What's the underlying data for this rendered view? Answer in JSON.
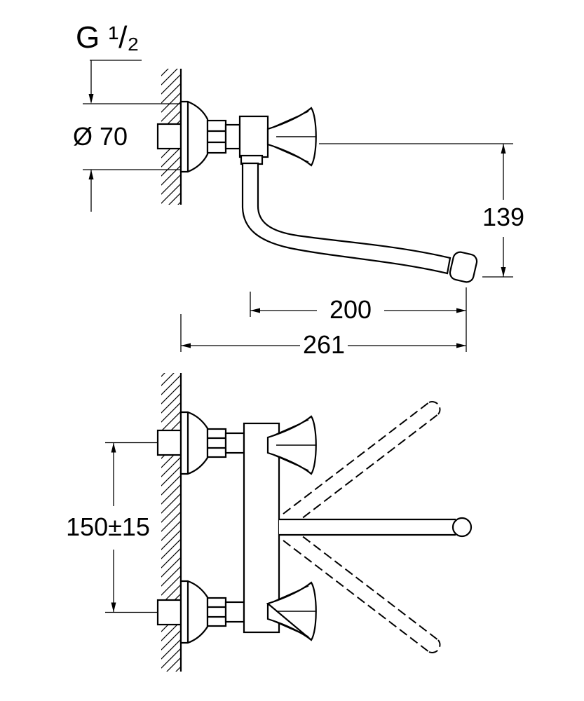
{
  "drawing": {
    "background": "#ffffff",
    "stroke": "#000000",
    "views": {
      "side": {
        "name": "side elevation of wall-mounted faucet",
        "dimensions": {
          "thread_label": "G ¹/₂",
          "flange_diameter": "Ø 70",
          "outlet_height": "139",
          "spout_reach": "200",
          "overall_depth": "261"
        }
      },
      "front": {
        "name": "front elevation with swivel spout positions",
        "dimensions": {
          "connection_spacing": "150±15"
        }
      }
    }
  }
}
